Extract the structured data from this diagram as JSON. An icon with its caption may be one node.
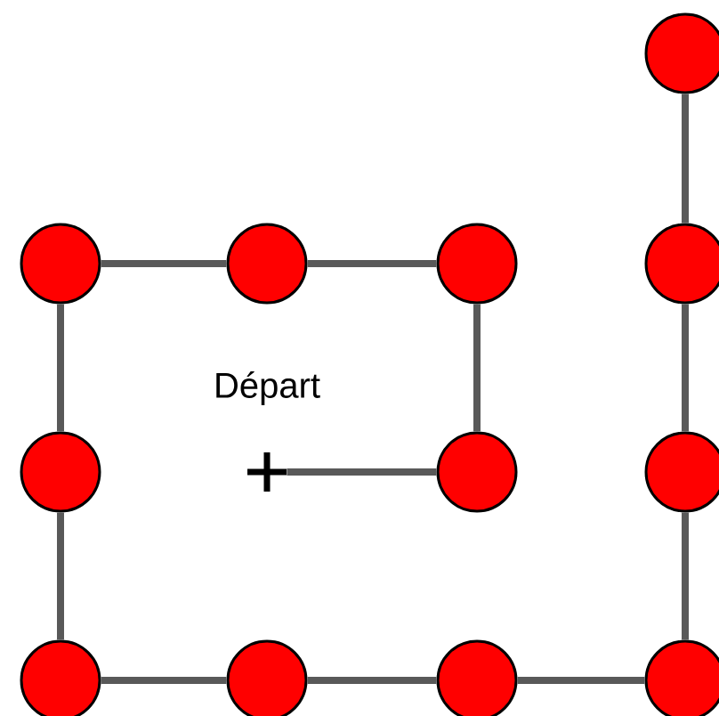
{
  "diagram": {
    "nodes": [
      {
        "text": [],
        "shape": "cross",
        "beside": [
          "Départ"
        ]
      },
      {
        "text": [],
        "shape": "circle"
      },
      {
        "text": [],
        "shape": "circle"
      },
      {
        "text": [],
        "shape": "circle"
      },
      {
        "text": [],
        "shape": "circle"
      },
      {
        "text": [],
        "shape": "circle"
      },
      {
        "text": [],
        "shape": "circle"
      },
      {
        "text": [],
        "shape": "circle"
      },
      {
        "text": [],
        "shape": "circle"
      },
      {
        "text": [],
        "shape": "circle"
      },
      {
        "text": [],
        "shape": "circle"
      },
      {
        "text": [],
        "shape": "circle"
      },
      {
        "text": [],
        "shape": "circle"
      }
    ],
    "edges": [
      {
        "from": 0,
        "to": 7,
        "arrow": "none"
      },
      {
        "from": 7,
        "to": 4,
        "arrow": "none"
      },
      {
        "from": 4,
        "to": 3,
        "arrow": "none"
      },
      {
        "from": 3,
        "to": 2,
        "arrow": "none"
      },
      {
        "from": 2,
        "to": 6,
        "arrow": "none"
      },
      {
        "from": 6,
        "to": 9,
        "arrow": "none"
      },
      {
        "from": 9,
        "to": 10,
        "arrow": "none"
      },
      {
        "from": 10,
        "to": 11,
        "arrow": "none"
      },
      {
        "from": 11,
        "to": 12,
        "arrow": "none"
      },
      {
        "from": 12,
        "to": 8,
        "arrow": "none"
      },
      {
        "from": 8,
        "to": 5,
        "arrow": "none"
      },
      {
        "from": 5,
        "to": 1,
        "arrow": "none"
      }
    ]
  }
}
